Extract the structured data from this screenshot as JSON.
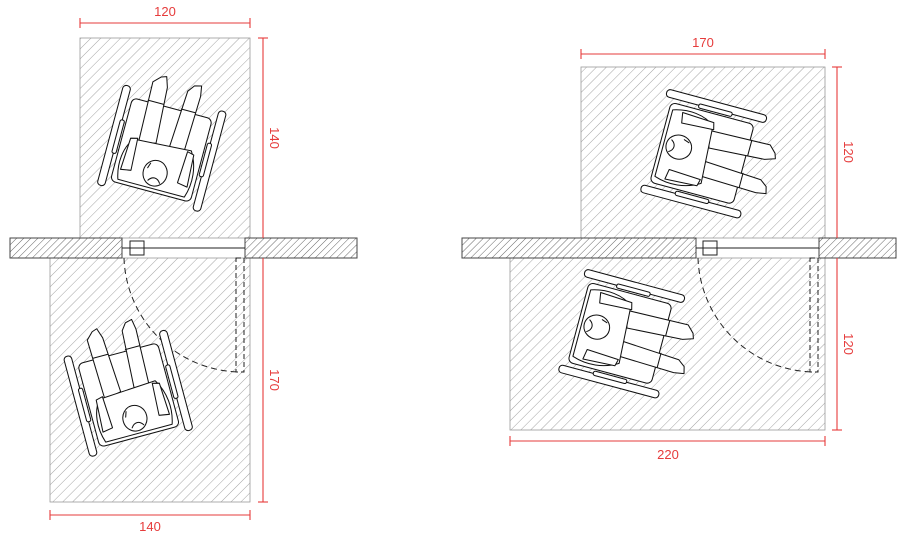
{
  "colors": {
    "dimension": "#e63b3b",
    "hatch": "#9a9a9a",
    "wall": "#555555",
    "figure": "#111111"
  },
  "left_layout": {
    "top_width_label": "120",
    "top_depth_label": "140",
    "bottom_depth_label": "170",
    "bottom_width_label": "140"
  },
  "right_layout": {
    "top_width_label": "170",
    "top_depth_label": "120",
    "bottom_depth_label": "120",
    "bottom_width_label": "220"
  }
}
